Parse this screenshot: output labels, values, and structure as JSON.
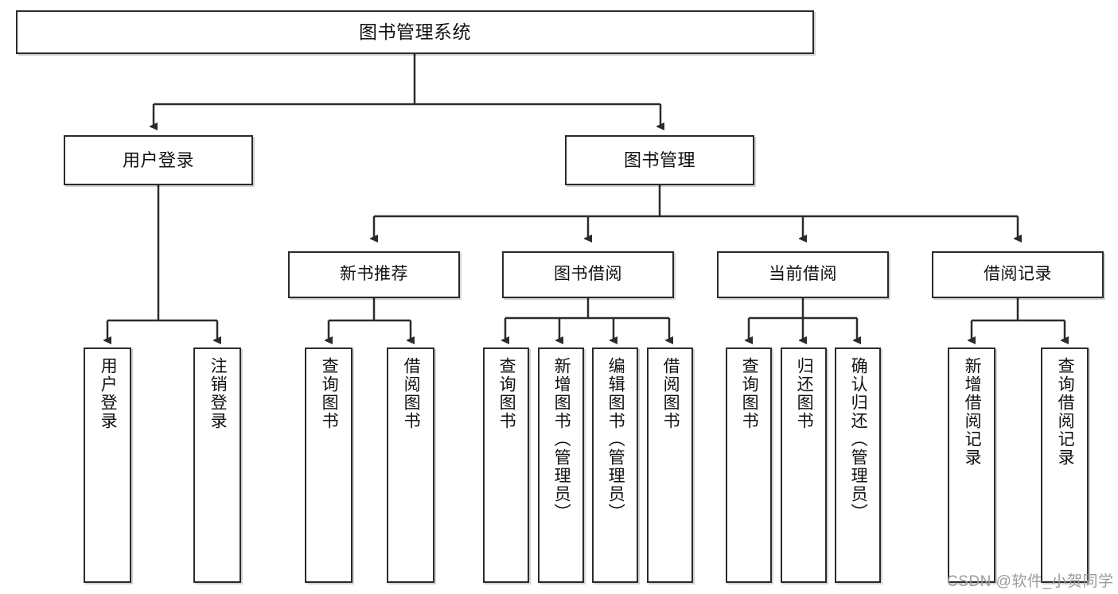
{
  "diagram": {
    "title": "图书管理系统",
    "type": "tree",
    "watermark": "CSDN @软件_小贺同学",
    "colors": {
      "box_border": "#2b2b2b",
      "box_fill": "#ffffff",
      "connector": "#2b2b2b",
      "text": "#111111",
      "watermark": "#9b9b9b",
      "background": "#ffffff"
    },
    "nodes": {
      "root": {
        "label": "图书管理系统"
      },
      "level1": [
        {
          "label": "用户登录"
        },
        {
          "label": "图书管理"
        }
      ],
      "level2": [
        {
          "label": "新书推荐"
        },
        {
          "label": "图书借阅"
        },
        {
          "label": "当前借阅"
        },
        {
          "label": "借阅记录"
        }
      ],
      "leaves": {
        "user_login": [
          {
            "label": "用户登录"
          },
          {
            "label": "注销登录"
          }
        ],
        "new_book_recommend": [
          {
            "label": "查询图书"
          },
          {
            "label": "借阅图书"
          }
        ],
        "book_borrow": [
          {
            "label": "查询图书"
          },
          {
            "label": "新增图书（管理员）"
          },
          {
            "label": "编辑图书（管理员）"
          },
          {
            "label": "借阅图书"
          }
        ],
        "current_borrow": [
          {
            "label": "查询图书"
          },
          {
            "label": "归还图书"
          },
          {
            "label": "确认归还（管理员）"
          }
        ],
        "borrow_records": [
          {
            "label": "新增借阅记录"
          },
          {
            "label": "查询借阅记录"
          }
        ]
      }
    }
  }
}
